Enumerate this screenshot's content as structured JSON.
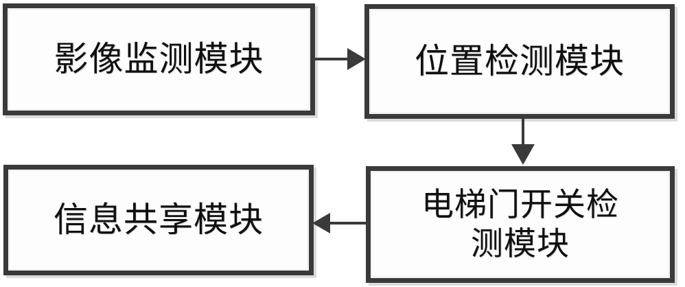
{
  "diagram": {
    "type": "flowchart",
    "background_color": "#ffffff",
    "box_border_color": "#3a3a3a",
    "box_fill_color": "#fdfdfd",
    "text_color": "#101010",
    "nodes": [
      {
        "id": "image-monitoring",
        "label": "影像监测模块"
      },
      {
        "id": "position-detection",
        "label": "位置检测模块"
      },
      {
        "id": "info-sharing",
        "label": "信息共享模块"
      },
      {
        "id": "elevator-door-switch-detection",
        "label": "电梯门开关检\n测模块"
      }
    ],
    "connectors": [
      {
        "id": "image-to-position",
        "from": "image-monitoring",
        "to": "position-detection",
        "direction": "right"
      },
      {
        "id": "position-to-door",
        "from": "position-detection",
        "to": "elevator-door-switch-detection",
        "direction": "down"
      },
      {
        "id": "door-to-info",
        "from": "elevator-door-switch-detection",
        "to": "info-sharing",
        "direction": "left"
      }
    ]
  }
}
